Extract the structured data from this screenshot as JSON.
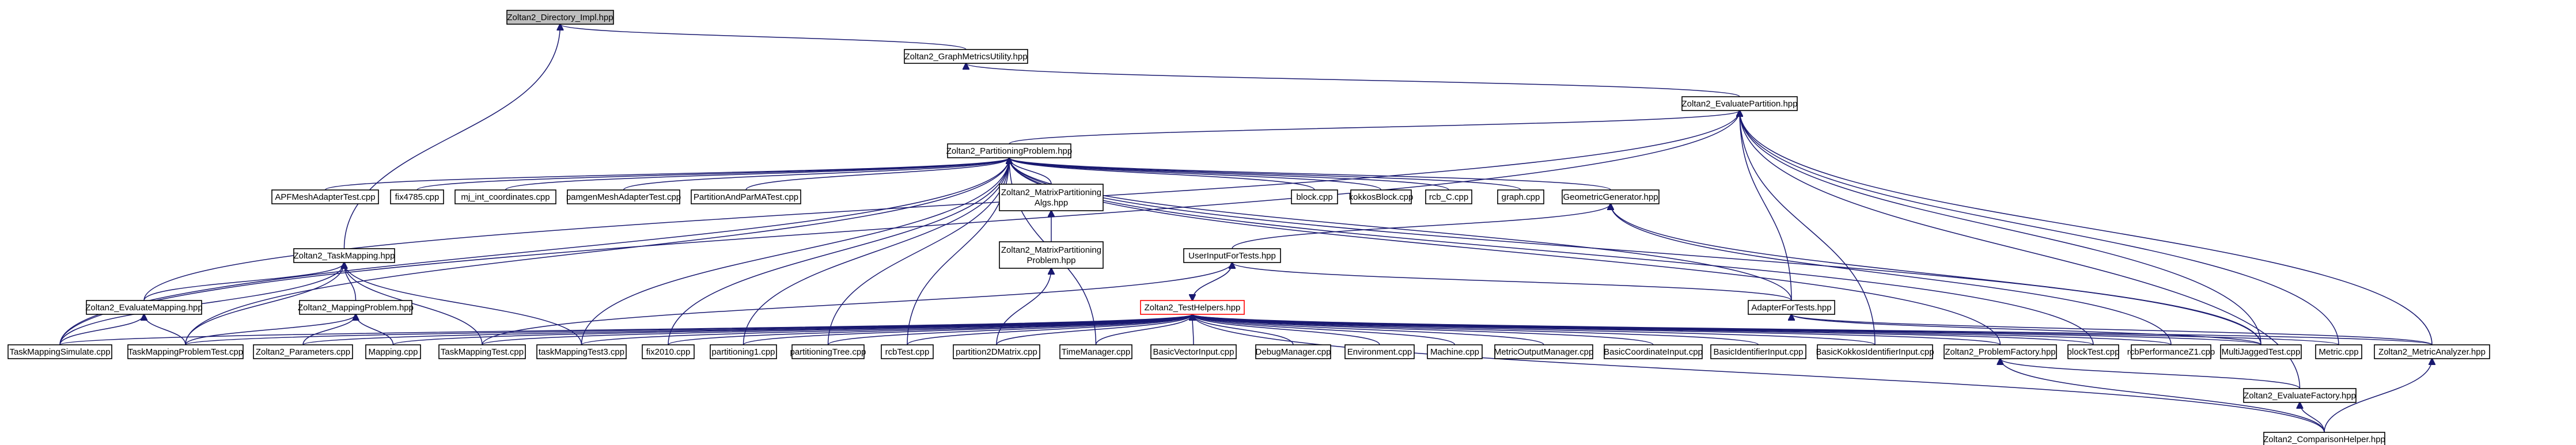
{
  "graph": {
    "colors": {
      "background": "#ffffff",
      "node_fill": "#ffffff",
      "root_fill": "#bfbfbf",
      "node_border": "#000000",
      "highlight_border": "#ff0000",
      "edge": "#191970"
    },
    "nodes": [
      {
        "id": "directory_impl",
        "lines": [
          "Zoltan2_Directory_Impl.hpp"
        ],
        "style": "root"
      },
      {
        "id": "graph_metrics_utility",
        "lines": [
          "Zoltan2_GraphMetricsUtility.hpp"
        ]
      },
      {
        "id": "evaluate_partition",
        "lines": [
          "Zoltan2_EvaluatePartition.hpp"
        ]
      },
      {
        "id": "partitioning_problem",
        "lines": [
          "Zoltan2_PartitioningProblem.hpp"
        ]
      },
      {
        "id": "apf_mesh_adapter_test",
        "lines": [
          "APFMeshAdapterTest.cpp"
        ]
      },
      {
        "id": "fix4785",
        "lines": [
          "fix4785.cpp"
        ]
      },
      {
        "id": "mj_int_coordinates",
        "lines": [
          "mj_int_coordinates.cpp"
        ]
      },
      {
        "id": "pamgen_mesh_adapter_test",
        "lines": [
          "pamgenMeshAdapterTest.cpp"
        ]
      },
      {
        "id": "partition_and_parmatest",
        "lines": [
          "PartitionAndParMATest.cpp"
        ]
      },
      {
        "id": "matrix_partitioning_algs",
        "lines": [
          "Zoltan2_MatrixPartitioning",
          "Algs.hpp"
        ]
      },
      {
        "id": "block",
        "lines": [
          "block.cpp"
        ]
      },
      {
        "id": "kokkos_block",
        "lines": [
          "kokkosBlock.cpp"
        ]
      },
      {
        "id": "rcb_c",
        "lines": [
          "rcb_C.cpp"
        ]
      },
      {
        "id": "graph_cpp",
        "lines": [
          "graph.cpp"
        ]
      },
      {
        "id": "geometric_generator",
        "lines": [
          "GeometricGenerator.hpp"
        ]
      },
      {
        "id": "task_mapping",
        "lines": [
          "Zoltan2_TaskMapping.hpp"
        ]
      },
      {
        "id": "matrix_partitioning_problem",
        "lines": [
          "Zoltan2_MatrixPartitioning",
          "Problem.hpp"
        ]
      },
      {
        "id": "user_input_for_tests",
        "lines": [
          "UserInputForTests.hpp"
        ]
      },
      {
        "id": "evaluate_mapping",
        "lines": [
          "Zoltan2_EvaluateMapping.hpp"
        ]
      },
      {
        "id": "mapping_problem",
        "lines": [
          "Zoltan2_MappingProblem.hpp"
        ]
      },
      {
        "id": "test_helpers",
        "lines": [
          "Zoltan2_TestHelpers.hpp"
        ],
        "style": "highlight"
      },
      {
        "id": "adapter_for_tests",
        "lines": [
          "AdapterForTests.hpp"
        ]
      },
      {
        "id": "task_mapping_simulate",
        "lines": [
          "TaskMappingSimulate.cpp"
        ]
      },
      {
        "id": "task_mapping_problem_test",
        "lines": [
          "TaskMappingProblemTest.cpp"
        ]
      },
      {
        "id": "parameters",
        "lines": [
          "Zoltan2_Parameters.cpp"
        ]
      },
      {
        "id": "mapping",
        "lines": [
          "Mapping.cpp"
        ]
      },
      {
        "id": "task_mapping_test",
        "lines": [
          "TaskMappingTest.cpp"
        ]
      },
      {
        "id": "task_mapping_test3",
        "lines": [
          "taskMappingTest3.cpp"
        ]
      },
      {
        "id": "fix2010",
        "lines": [
          "fix2010.cpp"
        ]
      },
      {
        "id": "partitioning1",
        "lines": [
          "partitioning1.cpp"
        ]
      },
      {
        "id": "partitioning_tree",
        "lines": [
          "partitioningTree.cpp"
        ]
      },
      {
        "id": "rcb_test",
        "lines": [
          "rcbTest.cpp"
        ]
      },
      {
        "id": "partition_2d_matrix",
        "lines": [
          "partition2DMatrix.cpp"
        ]
      },
      {
        "id": "time_manager",
        "lines": [
          "TimeManager.cpp"
        ]
      },
      {
        "id": "basic_vector_input",
        "lines": [
          "BasicVectorInput.cpp"
        ]
      },
      {
        "id": "debug_manager",
        "lines": [
          "DebugManager.cpp"
        ]
      },
      {
        "id": "environment",
        "lines": [
          "Environment.cpp"
        ]
      },
      {
        "id": "machine",
        "lines": [
          "Machine.cpp"
        ]
      },
      {
        "id": "metric_output_manager",
        "lines": [
          "MetricOutputManager.cpp"
        ]
      },
      {
        "id": "basic_coordinate_input",
        "lines": [
          "BasicCoordinateInput.cpp"
        ]
      },
      {
        "id": "basic_identifier_input",
        "lines": [
          "BasicIdentifierInput.cpp"
        ]
      },
      {
        "id": "basic_kokkos_identifier_input",
        "lines": [
          "BasicKokkosIdentifierInput.cpp"
        ]
      },
      {
        "id": "problem_factory",
        "lines": [
          "Zoltan2_ProblemFactory.hpp"
        ]
      },
      {
        "id": "block_test",
        "lines": [
          "blockTest.cpp"
        ]
      },
      {
        "id": "rcb_performance_z1",
        "lines": [
          "rcbPerformanceZ1.cpp"
        ]
      },
      {
        "id": "multi_jagged_test",
        "lines": [
          "MultiJaggedTest.cpp"
        ]
      },
      {
        "id": "metric",
        "lines": [
          "Metric.cpp"
        ]
      },
      {
        "id": "metric_analyzer",
        "lines": [
          "Zoltan2_MetricAnalyzer.hpp"
        ]
      },
      {
        "id": "evaluate_factory",
        "lines": [
          "Zoltan2_EvaluateFactory.hpp"
        ]
      },
      {
        "id": "comparison_helper",
        "lines": [
          "Zoltan2_ComparisonHelper.hpp"
        ]
      }
    ]
  }
}
